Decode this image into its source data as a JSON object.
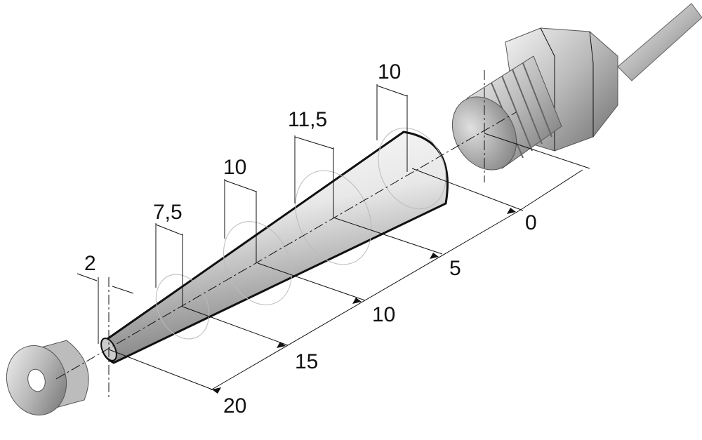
{
  "diagram": {
    "widths": [
      "2",
      "7,5",
      "10",
      "11,5",
      "10"
    ],
    "distances": [
      "0",
      "5",
      "10",
      "15",
      "20"
    ],
    "colors": {
      "line": "#111111",
      "metal_light": "#f2f2f2",
      "metal_dark": "#8a8a8a"
    }
  }
}
